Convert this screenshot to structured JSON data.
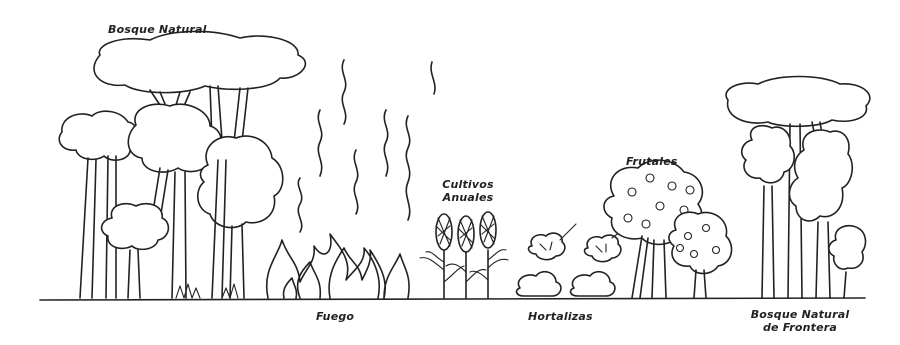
{
  "labels": {
    "bosque_natural": "Bosque Natural",
    "fuego": "Fuego",
    "cultivos_anuales_1": "Cultivos",
    "cultivos_anuales_2": "Anuales",
    "hortalizas": "Hortalizas",
    "frutales": "Frutales",
    "bosque_frontera_1": "Bosque Natural",
    "bosque_frontera_2": "de Frontera"
  },
  "colors": {
    "ink": "#222222",
    "background": "#ffffff"
  }
}
